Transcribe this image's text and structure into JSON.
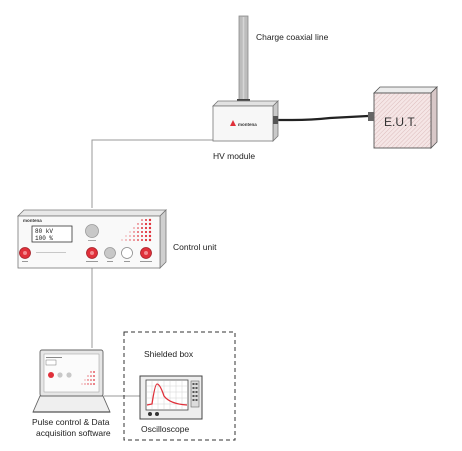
{
  "labels": {
    "charge_line": "Charge coaxial line",
    "eut": "E.U.T.",
    "hv_module": "HV module",
    "control_unit": "Control unit",
    "shielded_box": "Shielded box",
    "software_line1": "Pulse control & Data",
    "software_line2": "acquisition software",
    "oscilloscope": "Oscilloscope"
  },
  "devices": {
    "brand": "montena",
    "display_line1": "80 kV",
    "display_line2": "100 %"
  },
  "colors": {
    "brand_red": "#e0303a",
    "eut_fill": "#f3e3e3",
    "waveform": "#e0303a"
  }
}
